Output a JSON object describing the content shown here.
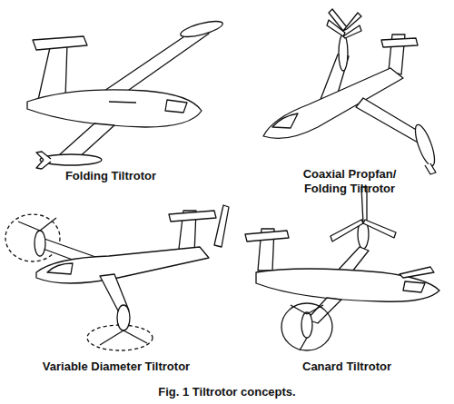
{
  "diagram": {
    "caption": "Fig. 1 Tiltrotor concepts.",
    "labels": [
      "Folding Tiltrotor",
      "Coaxial Propfan/ Folding Tiltrotor",
      "Variable Diameter Tiltrotor",
      "Canard Tiltrotor"
    ]
  }
}
